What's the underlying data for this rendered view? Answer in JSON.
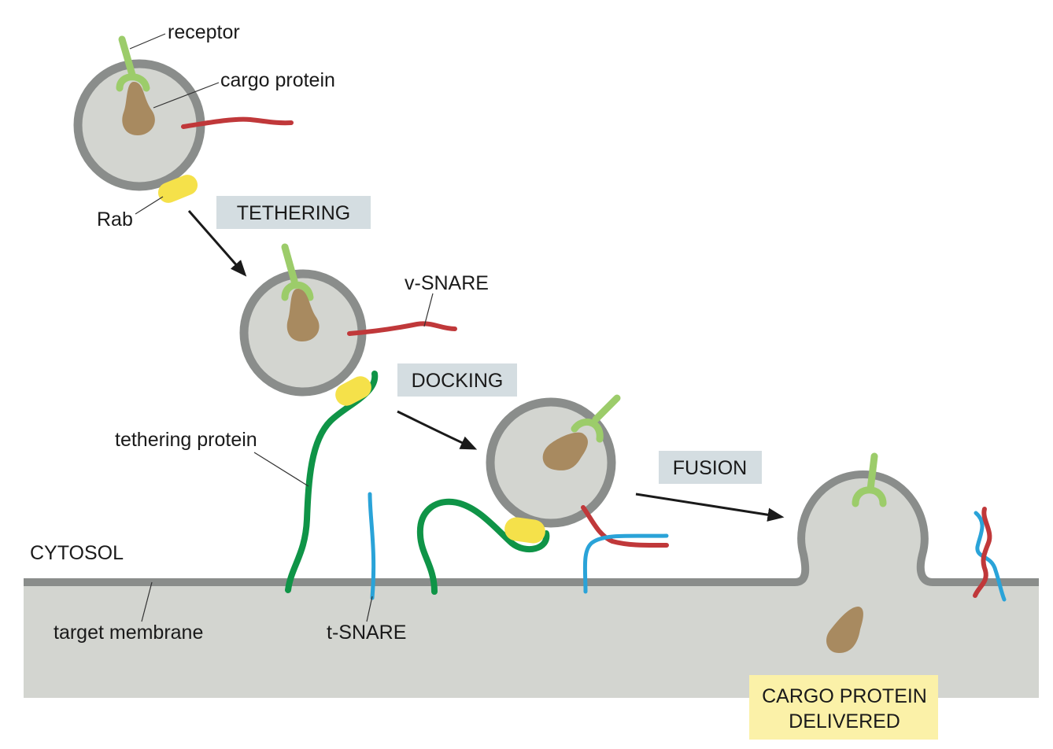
{
  "labels": {
    "receptor": "receptor",
    "cargo_protein": "cargo protein",
    "rab": "Rab",
    "v_snare": "v-SNARE",
    "tethering_protein": "tethering protein",
    "cytosol": "CYTOSOL",
    "target_membrane": "target membrane",
    "t_snare": "t-SNARE"
  },
  "steps": {
    "tethering": "TETHERING",
    "docking": "DOCKING",
    "fusion": "FUSION"
  },
  "result": {
    "line1": "CARGO PROTEIN",
    "line2": "DELIVERED"
  },
  "colors": {
    "membrane": "#d3d5d0",
    "membrane_edge": "#8a8d8b",
    "receptor": "#9ccc6a",
    "cargo": "#a88a60",
    "v_snare": "#c0383a",
    "t_snare": "#2aa3d8",
    "tethering_protein": "#0f9447",
    "rab": "#f5e14a",
    "step_box": "#d4dde1",
    "result_box": "#fbf1a8"
  }
}
